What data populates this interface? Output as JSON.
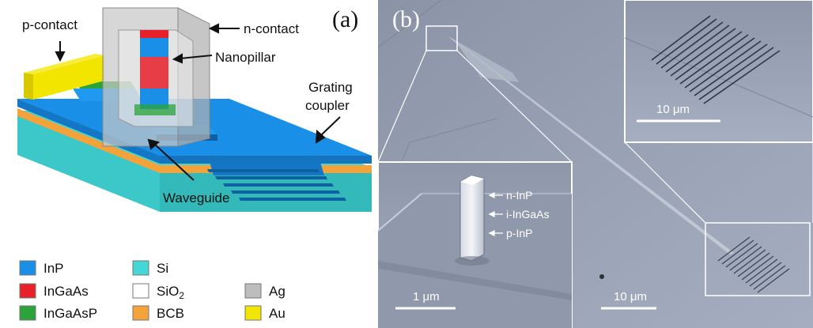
{
  "panel_a": {
    "panel_label": "(a)",
    "labels": {
      "p_contact": "p-contact",
      "n_contact": "n-contact",
      "nanopillar": "Nanopillar",
      "grating_line1": "Grating",
      "grating_line2": "coupler",
      "waveguide": "Waveguide"
    },
    "legend": [
      {
        "label": "InP",
        "color": "#1a8fe8"
      },
      {
        "label": "InGaAs",
        "color": "#e8202a"
      },
      {
        "label": "InGaAsP",
        "color": "#2ba33a"
      },
      {
        "label": "Si",
        "color": "#45d6d6"
      },
      {
        "label": "SiO",
        "sub": "2",
        "color": "#ffffff"
      },
      {
        "label": "BCB",
        "color": "#f4a23a"
      },
      {
        "label": "Ag",
        "color": "#bdbdbd"
      },
      {
        "label": "Au",
        "color": "#f2e600"
      }
    ]
  },
  "panel_b": {
    "panel_label": "(b)",
    "scale_main": "10 μm",
    "scale_top_inset": "10 μm",
    "scale_left_inset": "1 μm",
    "pillar_labels": [
      "n-InP",
      "i-InGaAs",
      "p-InP"
    ]
  }
}
